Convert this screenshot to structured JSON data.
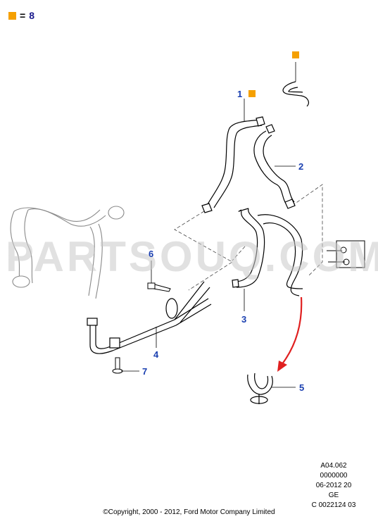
{
  "legend": {
    "equals": "=",
    "value": "8",
    "marker_color": "#f5a000"
  },
  "callouts": {
    "c1": "1",
    "c2": "2",
    "c3": "3",
    "c4": "4",
    "c5": "5",
    "c6": "6",
    "c7": "7"
  },
  "watermark": "PARTSOUQ.COM",
  "reference": [
    "A04.062",
    "0000000",
    "06-2012 20",
    "GE",
    "C 0022124 03"
  ],
  "copyright": "©Copyright, 2000 - 2012, Ford Motor Company Limited",
  "colors": {
    "callout": "#1a3fb0",
    "arrow": "#e02020",
    "marker": "#f5a000",
    "line": "#000000"
  }
}
